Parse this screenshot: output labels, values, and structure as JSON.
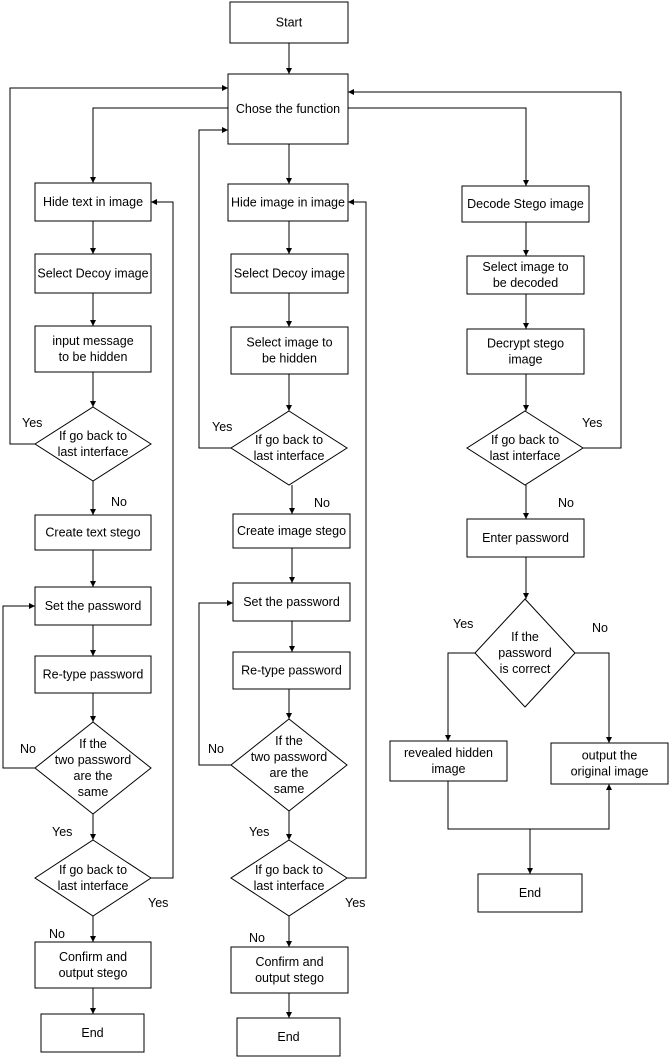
{
  "nodes": {
    "start": [
      "Start"
    ],
    "chose": [
      "Chose the function"
    ],
    "hide_text": [
      "Hide text in image"
    ],
    "decoy_1": [
      "Select Decoy image"
    ],
    "input_msg": [
      "input message",
      "to be hidden"
    ],
    "goback_1": [
      "If go back to",
      "last interface"
    ],
    "create_text": [
      "Create text stego"
    ],
    "setpw_1": [
      "Set the password"
    ],
    "retype_1": [
      "Re-type password"
    ],
    "same_1": [
      "If the",
      "two password",
      "are the",
      "same"
    ],
    "goback_2": [
      "If go back to",
      "last interface"
    ],
    "confirm_1": [
      "Confirm and",
      "output stego"
    ],
    "end_1": [
      "End"
    ],
    "hide_image": [
      "Hide image in image"
    ],
    "decoy_2": [
      "Select Decoy image"
    ],
    "select_hidden": [
      "Select image to",
      "be hidden"
    ],
    "goback_3": [
      "If go back to",
      "last interface"
    ],
    "create_image": [
      "Create image stego"
    ],
    "setpw_2": [
      "Set the password"
    ],
    "retype_2": [
      "Re-type password"
    ],
    "same_2": [
      "If the",
      "two password",
      "are the",
      "same"
    ],
    "goback_4": [
      "If go back to",
      "last interface"
    ],
    "confirm_2": [
      "Confirm and",
      "output stego"
    ],
    "end_2": [
      "End"
    ],
    "decode": [
      "Decode Stego image"
    ],
    "select_decoded": [
      "Select image to",
      "be decoded"
    ],
    "decrypt": [
      "Decrypt stego",
      "image"
    ],
    "goback_5": [
      "If go back to",
      "last interface"
    ],
    "enter_pw": [
      "Enter password"
    ],
    "correct": [
      "If the",
      "password",
      "is correct"
    ],
    "revealed": [
      "revealed hidden",
      "image"
    ],
    "output_orig": [
      "output the",
      "original image"
    ],
    "end_3": [
      "End"
    ]
  },
  "edge_labels": {
    "yes_gb1": "Yes",
    "no_gb1": "No",
    "no_same1": "No",
    "yes_same1": "Yes",
    "yes_gb2": "Yes",
    "no_gb2": "No",
    "yes_gb3": "Yes",
    "no_gb3": "No",
    "no_same2": "No",
    "yes_same2": "Yes",
    "yes_gb4": "Yes",
    "no_gb4": "No",
    "yes_gb5": "Yes",
    "no_gb5": "No",
    "yes_correct": "Yes",
    "no_correct": "No"
  }
}
